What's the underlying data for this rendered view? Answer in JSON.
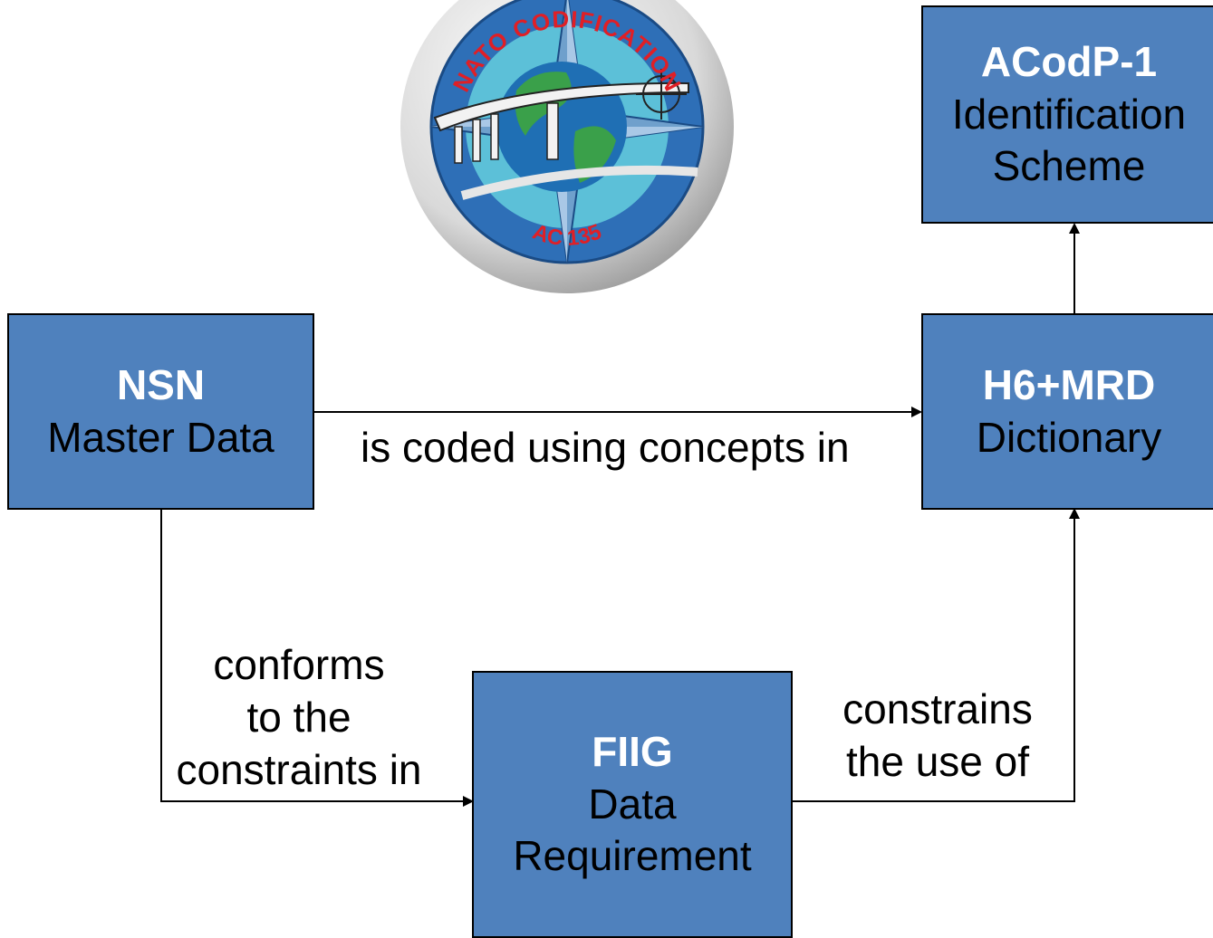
{
  "emblem": {
    "top_text": "NATO CODIFICATION",
    "bottom_text": "AC 135",
    "colors": {
      "ring": "#2e6fb7",
      "inner": "#5cc0d8",
      "globe": "#3aa04a",
      "ocean": "#1f6fb4",
      "star": "#6fa0cc",
      "text": "#e01f26"
    }
  },
  "boxes": {
    "acodp": {
      "title": "ACodP-1",
      "line1": "Identification",
      "line2": "Scheme"
    },
    "nsn": {
      "title": "NSN",
      "line1": "Master Data"
    },
    "h6": {
      "title": "H6+MRD",
      "line1": "Dictionary"
    },
    "fiig": {
      "title": "FIIG",
      "line1": "Data",
      "line2": "Requirement"
    }
  },
  "relations": {
    "nsn_to_h6": "is coded using concepts in",
    "nsn_to_fiig": {
      "line1": "conforms",
      "line2": "to the",
      "line3": "constraints in"
    },
    "fiig_to_h6": {
      "line1": "constrains",
      "line2": "the use of"
    }
  },
  "colors": {
    "box_fill": "#4f81bd",
    "box_title": "#ffffff",
    "line": "#000000"
  }
}
